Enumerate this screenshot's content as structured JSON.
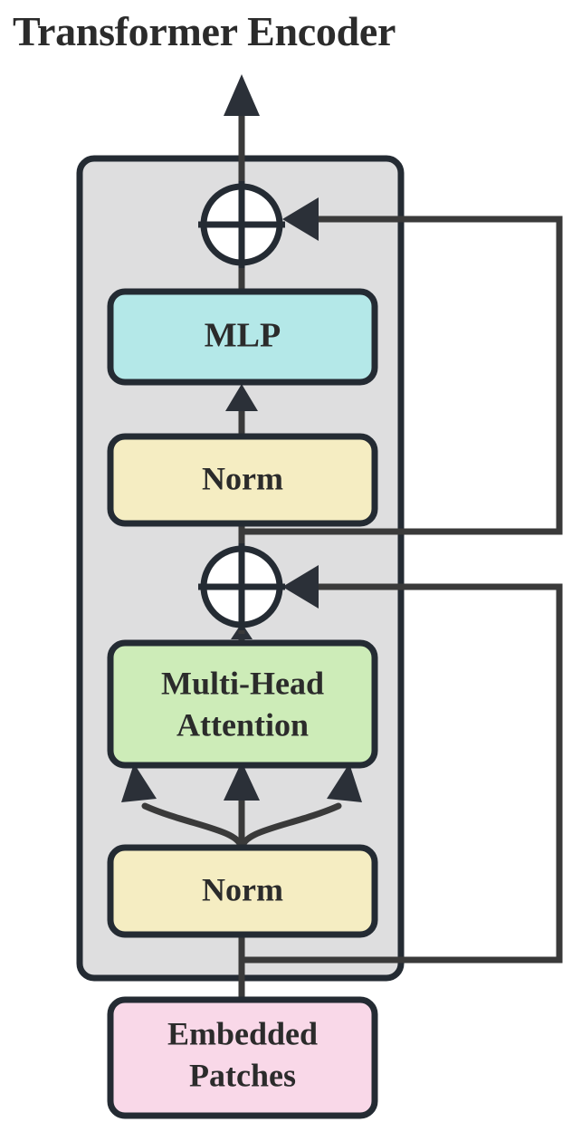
{
  "diagram": {
    "title": "Transformer Encoder",
    "type": "flowchart",
    "orientation": "bottom-to-top",
    "colors": {
      "stroke": "#242b33",
      "container_fill": "#dededf",
      "mlp_fill": "#b4e8e8",
      "norm_fill": "#f5edc2",
      "attention_fill": "#cdecb8",
      "embedded_fill": "#f9d8e8",
      "circle_fill": "#ffffff",
      "text": "#2b2b2b",
      "background": "#ffffff"
    },
    "blocks": [
      {
        "id": "embedded-patches",
        "label_line1": "Embedded",
        "label_line2": "Patches",
        "fill": "#f9d8e8",
        "inside_container": false
      },
      {
        "id": "norm-bottom",
        "label_line1": "Norm",
        "label_line2": "",
        "fill": "#f5edc2",
        "inside_container": true
      },
      {
        "id": "multi-head-attention",
        "label_line1": "Multi-Head",
        "label_line2": "Attention",
        "fill": "#cdecb8",
        "inside_container": true
      },
      {
        "id": "norm-top",
        "label_line1": "Norm",
        "label_line2": "",
        "fill": "#f5edc2",
        "inside_container": true
      },
      {
        "id": "mlp",
        "label_line1": "MLP",
        "label_line2": "",
        "fill": "#b4e8e8",
        "inside_container": true
      }
    ],
    "adders": [
      {
        "id": "adder-top",
        "symbol": "plus-circle",
        "label": ""
      },
      {
        "id": "adder-bottom",
        "symbol": "plus-circle",
        "label": ""
      }
    ],
    "connections": [
      {
        "from": "embedded-patches",
        "to": "norm-bottom",
        "style": "straight-arrow"
      },
      {
        "from": "norm-bottom",
        "to": "multi-head-attention",
        "style": "three-branch-arrows",
        "branches": 3
      },
      {
        "from": "multi-head-attention",
        "to": "adder-bottom",
        "style": "straight-arrow"
      },
      {
        "from": "adder-bottom",
        "to": "norm-top",
        "style": "straight-line"
      },
      {
        "from": "norm-top",
        "to": "mlp",
        "style": "straight-arrow"
      },
      {
        "from": "mlp",
        "to": "adder-top",
        "style": "straight-arrow"
      },
      {
        "from": "adder-top",
        "to": "output",
        "style": "straight-arrow"
      },
      {
        "from": "embedded-patches-skip",
        "to": "adder-bottom",
        "style": "residual-loop-right"
      },
      {
        "from": "adder-bottom-skip",
        "to": "adder-top",
        "style": "residual-loop-right"
      }
    ]
  }
}
